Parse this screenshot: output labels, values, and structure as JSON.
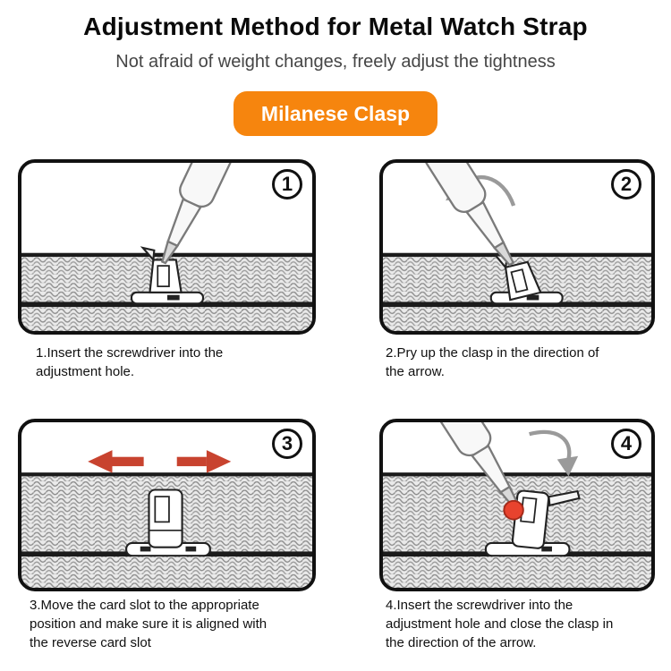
{
  "header": {
    "title": "Adjustment Method for Metal Watch Strap",
    "subtitle": "Not afraid of weight changes, freely adjust the tightness",
    "badge_label": "Milanese Clasp",
    "badge_color": "#F6850E"
  },
  "colors": {
    "arrow_red": "#C8432F",
    "dot_red": "#E8432E",
    "arrow_gray": "#9A9A9A"
  },
  "steps": [
    {
      "number": "1",
      "caption": "1.Insert the screwdriver into the adjustment hole.",
      "icon": "screwdriver-in-adjustment-hole"
    },
    {
      "number": "2",
      "caption": "2.Pry up the clasp in the direction of the arrow.",
      "icon": "pry-up-clasp-curved-arrow"
    },
    {
      "number": "3",
      "caption": "3.Move the card slot to the appropriate position and make sure it is aligned with the reverse card slot",
      "icon": "move-card-slot-red-arrows"
    },
    {
      "number": "4",
      "caption": "4.Insert the screwdriver into the adjustment hole and close the clasp in the direction of the arrow.",
      "icon": "close-clasp-red-dot-curved-arrow"
    }
  ]
}
